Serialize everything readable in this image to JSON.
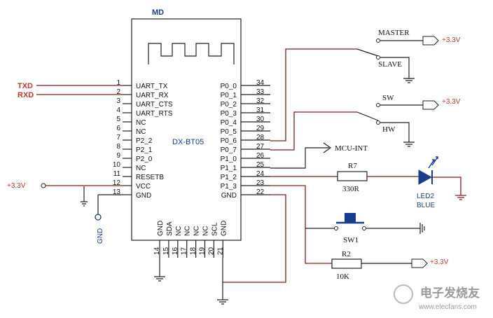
{
  "module": {
    "top_label": "MD",
    "center_label": "DX-BT05",
    "left_pins": [
      {
        "num": "1",
        "name": "UART_TX"
      },
      {
        "num": "2",
        "name": "UART_RX"
      },
      {
        "num": "3",
        "name": "UART_CTS"
      },
      {
        "num": "4",
        "name": "UART_RTS"
      },
      {
        "num": "5",
        "name": "NC"
      },
      {
        "num": "6",
        "name": "NC"
      },
      {
        "num": "7",
        "name": "P2_2"
      },
      {
        "num": "8",
        "name": "P2_1"
      },
      {
        "num": "9",
        "name": "P2_0"
      },
      {
        "num": "10",
        "name": "NC"
      },
      {
        "num": "11",
        "name": "RESETB"
      },
      {
        "num": "12",
        "name": "VCC"
      },
      {
        "num": "13",
        "name": "GND"
      }
    ],
    "right_pins": [
      {
        "num": "34",
        "name": "P0_0"
      },
      {
        "num": "33",
        "name": "P0_1"
      },
      {
        "num": "32",
        "name": "P0_2"
      },
      {
        "num": "31",
        "name": "P0_3"
      },
      {
        "num": "30",
        "name": "P0_4"
      },
      {
        "num": "29",
        "name": "P0_5"
      },
      {
        "num": "28",
        "name": "P0_6"
      },
      {
        "num": "27",
        "name": "P0_7"
      },
      {
        "num": "26",
        "name": "P1_0"
      },
      {
        "num": "25",
        "name": "P1_1"
      },
      {
        "num": "24",
        "name": "P1_2"
      },
      {
        "num": "23",
        "name": "P1_3"
      },
      {
        "num": "22",
        "name": "GND"
      }
    ],
    "bottom_pins": [
      {
        "num": "14",
        "name": "GND"
      },
      {
        "num": "15",
        "name": "SDA"
      },
      {
        "num": "16",
        "name": "NC"
      },
      {
        "num": "17",
        "name": "NC"
      },
      {
        "num": "18",
        "name": "NC"
      },
      {
        "num": "19",
        "name": "NC"
      },
      {
        "num": "20",
        "name": "SCL"
      },
      {
        "num": "21",
        "name": "GND"
      }
    ]
  },
  "nets": {
    "txd": "TXD",
    "rxd": "RXD",
    "vcc_left": "+3.3V",
    "gnd_left": "GND",
    "master": "MASTER",
    "slave": "SLAVE",
    "vcc_master": "+3.3V",
    "sw": "SW",
    "hw": "HW",
    "vcc_sw": "+3.3V",
    "mcu_int": "MCU-INT",
    "vcc_r2": "+3.3V"
  },
  "parts": {
    "r7_ref": "R7",
    "r7_val": "330R",
    "led_ref": "LED2",
    "led_color": "BLUE",
    "sw1_ref": "SW1",
    "r2_ref": "R2",
    "r2_val": "10K"
  },
  "watermark": {
    "text": "电子发烧友",
    "url": "www.elecfans.com"
  },
  "colors": {
    "wire": "#222222",
    "net_wire": "#8b1a1a",
    "red_text": "#c0392b",
    "blue_text": "#1a3c8f"
  }
}
